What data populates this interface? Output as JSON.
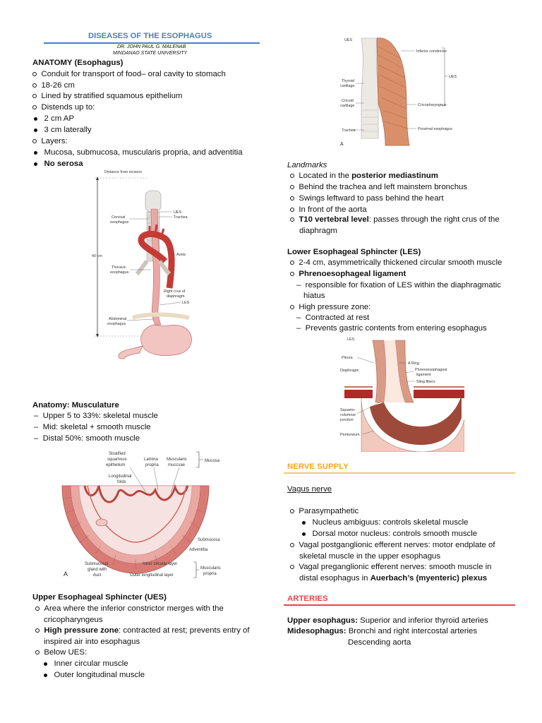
{
  "header": {
    "title": "DISEASES OF THE ESOPHAGUS",
    "author": "DR. JOHN PAUL G. MALENAB",
    "school": "MINDANAO STATE UNIVERSITY"
  },
  "anatomy": {
    "heading": "ANATOMY (Esophagus)",
    "items": [
      "Conduit for transport of food– oral cavity to stomach",
      "18-26 cm",
      "Lined by stratified squamous epithelium",
      "Distends up to:"
    ],
    "distends": [
      "2 cm AP",
      "3 cm laterally"
    ],
    "layers_label": "Layers:",
    "layers": [
      "Mucosa, submucosa, muscularis propria, and adventitia",
      "No serosa"
    ]
  },
  "fig_esophagus": {
    "top_label": "Distance from incisors",
    "length": "40 cm",
    "labels": {
      "cervical1": "Cervical",
      "cervical2": "esophagus",
      "ues": "UES",
      "trachea": "Trachea",
      "aorta": "Aorta",
      "thoracic1": "Thoracic",
      "thoracic2": "esophagus",
      "crus1": "Right crus of",
      "crus2": "diaphragm",
      "les": "LES",
      "abd1": "Abdominal",
      "abd2": "esophagus"
    }
  },
  "musculature": {
    "heading": "Anatomy: Musculature",
    "items": [
      "Upper 5 to 33%: skeletal muscle",
      "Mid: skeletal + smooth muscle",
      "Distal 50%: smooth muscle"
    ]
  },
  "fig_cross": {
    "labels": {
      "strat1": "Stratified",
      "strat2": "squamous",
      "strat3": "epithelium",
      "lamina1": "Lamina",
      "lamina2": "propria",
      "musc1": "Muscularis",
      "musc2": "muccsae",
      "mucosa": "Mucosa",
      "long1": "Longitudinal",
      "long2": "folds",
      "submucosa": "Submucosa",
      "adventitia": "Adventitia",
      "gland1": "Submucosal",
      "gland2": "gland with",
      "gland3": "duct",
      "inner": "Inner circular layer",
      "outer": "Outer longitudinal layer",
      "mp1": "Muscularis",
      "mp2": "propria",
      "panel": "A"
    }
  },
  "ues": {
    "heading": "Upper Esophageal Sphincter (UES)",
    "items": [
      {
        "bold": "",
        "text": "Area where the inferior constrictor merges with the"
      },
      {
        "bold": "",
        "text": "cricopharyngeus"
      },
      {
        "bold": "High pressure zone",
        "text": ": contracted at rest; prevents entry of"
      },
      {
        "bold": "",
        "text": "inspired air into esophagus"
      },
      {
        "bold": "",
        "text": "Below UES:"
      }
    ],
    "below": [
      "Inner circular muscle",
      "Outer longitudinal muscle"
    ]
  },
  "fig_ues": {
    "labels": {
      "ues_top": "UES",
      "inferior": "Inferior constrictor",
      "ues_right": "UES",
      "thyroid1": "Thyroid",
      "thyroid2": "cartilage",
      "cricoid1": "Cricoid",
      "cricoid2": "cartilage",
      "cricopharyngeus": "Cricopharyngeus",
      "trachea": "Trachea",
      "proximal": "Proximal esophagus",
      "panel": "A"
    }
  },
  "landmarks": {
    "heading": "Landmarks",
    "items": [
      {
        "pre": "Located in the ",
        "bold": "posterior mediastinum",
        "post": ""
      },
      {
        "pre": "Behind the trachea and left mainstem bronchus",
        "bold": "",
        "post": ""
      },
      {
        "pre": "Swings leftward to pass behind the heart",
        "bold": "",
        "post": ""
      },
      {
        "pre": "In front of the aorta",
        "bold": "",
        "post": ""
      },
      {
        "pre": "",
        "bold": "T10 vertebral level",
        "post": ": passes through the right crus of the"
      }
    ],
    "cont": "diaphragm"
  },
  "les": {
    "heading": "Lower Esophageal Sphincter (LES)",
    "item1": "2-4 cm, asymmetrically thickened circular smooth muscle",
    "item2": "Phrenoesophageal ligament",
    "sub1a": "responsible for fixation of LES within the diaphragmatic",
    "sub1b": "hiatus",
    "item3": "High pressure zone:",
    "sub2": "Contracted at rest",
    "sub3": "Prevents gastric contents from entering esophagus"
  },
  "fig_les": {
    "labels": {
      "les": "LES",
      "pleura": "Pleura",
      "aring": "A Ring",
      "diaphragm": "Diaphragm",
      "phreno1": "Phrenoesophageal",
      "phreno2": "ligament",
      "sling": "Sling fibers",
      "sq1": "Squamo-",
      "sq2": "columnar",
      "sq3": "junction",
      "peritoneum": "Peritoneum"
    }
  },
  "nerve": {
    "heading": "NERVE SUPPLY",
    "vagus": "Vagus nerve",
    "para": "Parasympathetic",
    "sub": [
      "Nucleus ambiguus: controls skeletal muscle",
      "Dorsal motor nucleus: controls smooth muscle"
    ],
    "post1": "Vagal postganglionic efferent nerves: motor endplate of",
    "post2": "skeletal muscle in the upper esophagus",
    "pre1": "Vagal preganglionic efferent nerves: smooth muscle in",
    "pre2a": "distal esophagus in ",
    "pre2b": "Auerbach’s (myenteric) plexus"
  },
  "arteries": {
    "heading": "ARTERIES",
    "upper_b": "Upper esophagus:",
    "upper": " Superior and inferior thyroid arteries",
    "mid_b": "Midesophagus:",
    "mid": " Bronchi and right intercostal arteries",
    "mid2": "Descending aorta"
  },
  "colors": {
    "title_blue": "#4a7fc1",
    "nerve_orange": "#f5a623",
    "arteries_red": "#e8454a"
  }
}
